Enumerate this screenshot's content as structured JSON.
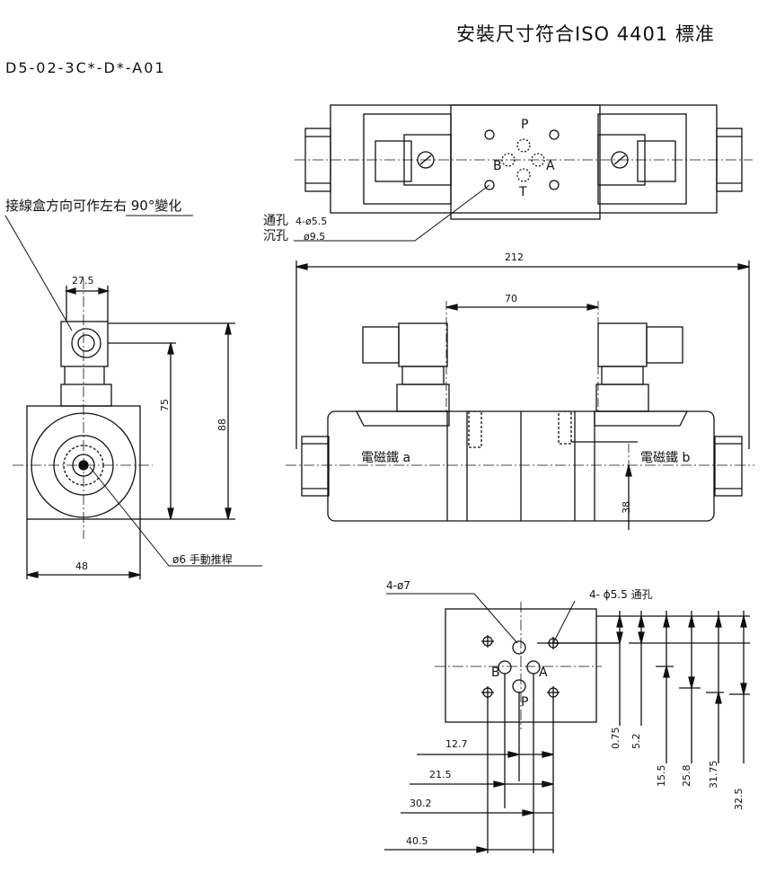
{
  "header": {
    "standard_note": "安裝尺寸符合ISO 4401 標准",
    "model_code": "D5-02-3C*-D*-A01"
  },
  "annotations": {
    "junction_box_note": "接線盒方向可作左右 90°變化",
    "through_hole_label": "通孔",
    "through_hole_spec": "4-ø5.5",
    "counterbore_label": "沉孔",
    "counterbore_spec": "ø9.5",
    "manual_pin": "ø6 手動推桿",
    "solenoid_a": "電磁鐵 a",
    "solenoid_b": "電磁鐵 b",
    "port_p": "P",
    "port_t": "T",
    "port_a": "A",
    "port_b": "B",
    "bottom_hole_left": "4-ø7",
    "bottom_hole_right": "4- ϕ5.5 通孔"
  },
  "dimensions": {
    "total_length": "212",
    "coil_spacing": "70",
    "width_top": "27.5",
    "height_75": "75",
    "height_88": "88",
    "width_48": "48",
    "height_38": "38",
    "x_12_7": "12.7",
    "x_21_5": "21.5",
    "x_30_2": "30.2",
    "x_40_5": "40.5",
    "y_0_75": "0.75",
    "y_5_2": "5.2",
    "y_15_5": "15.5",
    "y_25_8": "25.8",
    "y_31_75": "31.75",
    "y_32_5": "32.5"
  }
}
